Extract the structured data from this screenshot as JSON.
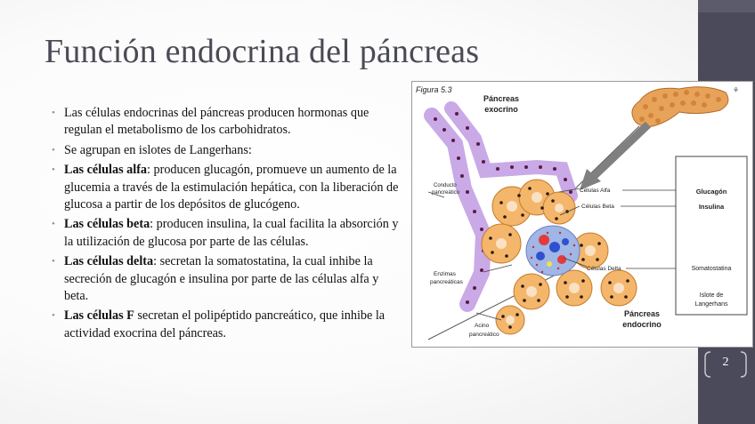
{
  "slide": {
    "title": "Función endocrina del páncreas",
    "page_number": "2",
    "colors": {
      "sidebar": "#4a4a5a",
      "title": "#4b4b57",
      "accent": "#8a8fa0"
    }
  },
  "bullets": [
    {
      "lead": "",
      "text": "Las células endocrinas del páncreas producen hormonas que regulan el metabolismo de los carbohidratos."
    },
    {
      "lead": "",
      "text": "Se agrupan en islotes de Langerhans:"
    },
    {
      "lead": "Las células alfa",
      "text": ": producen glucagón, promueve un aumento de la glucemia a través de la estimulación hepática, con la liberación de glucosa a partir de los depósitos de glucógeno."
    },
    {
      "lead": "Las células beta",
      "text": ": producen insulina, la cual facilita la absorción y la utilización de glucosa por parte de las células."
    },
    {
      "lead": "Las células delta",
      "text": ": secretan la somatostatina, la cual inhibe la secreción de glucagón e insulina por parte de las células alfa y beta."
    },
    {
      "lead": "Las células F",
      "text": " secretan el polipéptido pancreático, que inhibe la actividad exocrina del páncreas."
    }
  ],
  "figure": {
    "caption": "Figura 5.3",
    "labels": {
      "pancreas_exocrino_1": "Páncreas",
      "pancreas_exocrino_2": "exocrino",
      "conducto_1": "Conducto",
      "conducto_2": "pancreático",
      "alfa": "Células Alfa",
      "beta": "Células Beta",
      "delta": "Células Delta",
      "enzimas_1": "Enzimas",
      "enzimas_2": "pancreáticas",
      "acino_1": "Acino",
      "acino_2": "pancreático",
      "endocrino_1": "Páncreas",
      "endocrino_2": "endocrino",
      "glucagon": "Glucagón",
      "insulina": "Insulina",
      "somatostatina": "Somatostatina",
      "islote_1": "Islote de",
      "islote_2": "Langerhans"
    }
  }
}
